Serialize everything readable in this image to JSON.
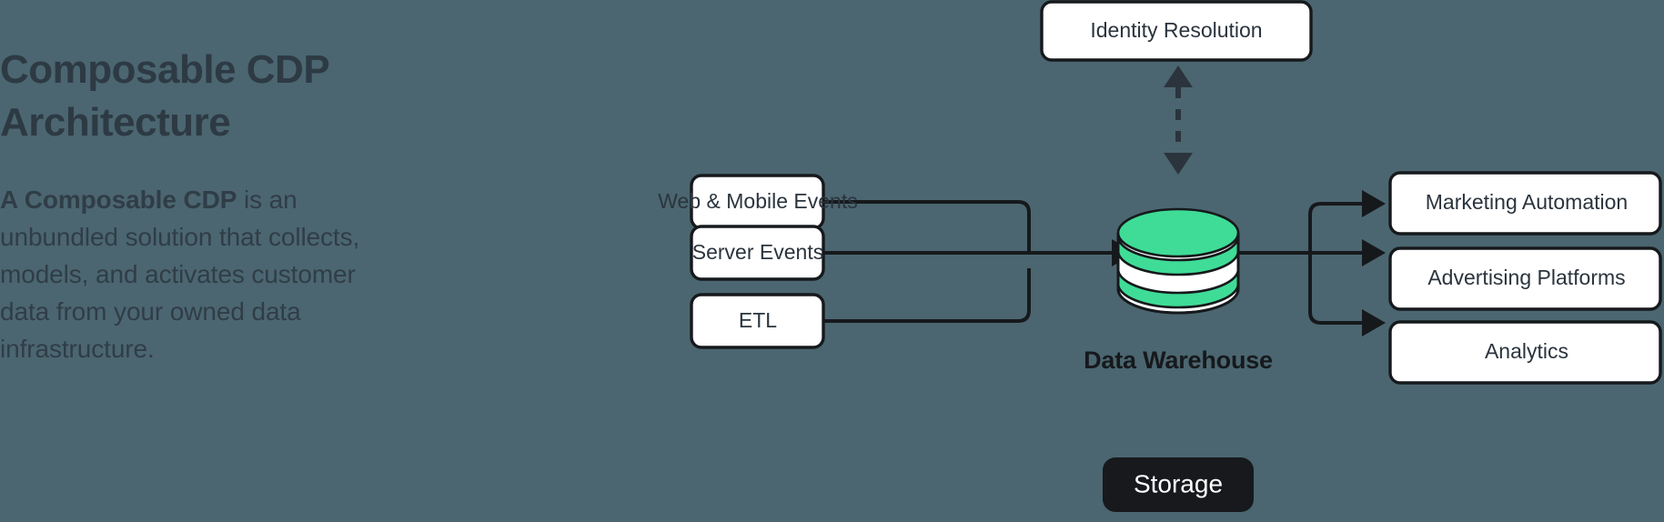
{
  "palette": {
    "background": "#4b6670",
    "ink": "#16191c",
    "text_dark": "#2b343d",
    "accent_green": "#3fdc97",
    "box_fill": "#ffffff",
    "storage_fill": "#17191d",
    "storage_text": "#ffffff"
  },
  "copy": {
    "title_line1": "Composable CDP",
    "title_line2": "Architecture",
    "body_bold": "A Composable CDP",
    "body_rest": " is an unbundled solution that collects, models, and activates customer data from your owned data infrastructure."
  },
  "diagram": {
    "identity": {
      "label": "Identity Resolution"
    },
    "sources": [
      {
        "label": "Web & Mobile Events"
      },
      {
        "label": "Server Events"
      },
      {
        "label": "ETL"
      }
    ],
    "warehouse": {
      "label": "Data Warehouse",
      "storage_label": "Storage"
    },
    "destinations": [
      {
        "label": "Marketing Automation"
      },
      {
        "label": "Advertising Platforms"
      },
      {
        "label": "Analytics"
      }
    ]
  }
}
